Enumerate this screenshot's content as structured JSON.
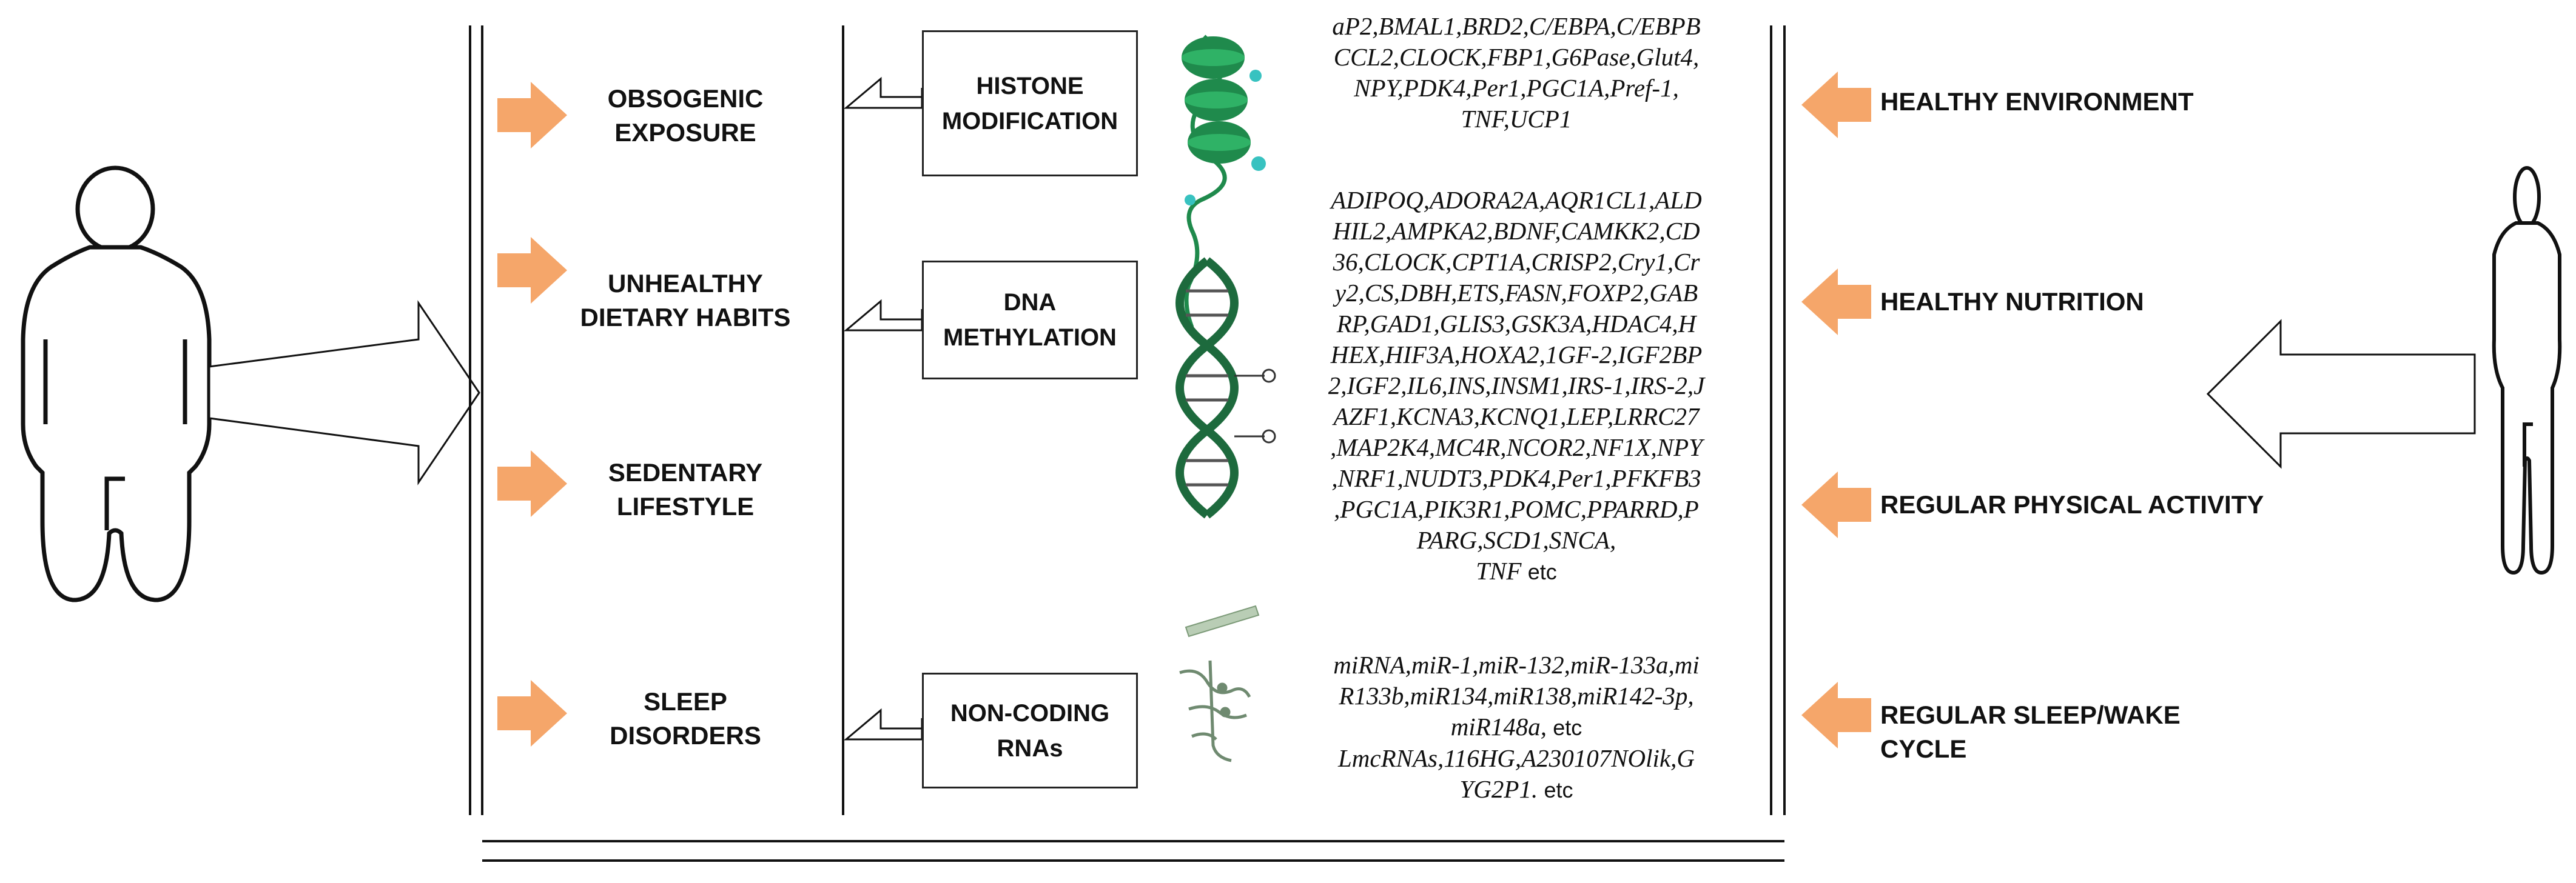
{
  "factors": [
    {
      "key": "obsogenic",
      "lines": [
        "OBSOGENIC",
        "EXPOSURE"
      ]
    },
    {
      "key": "diet",
      "lines": [
        "UNHEALTHY",
        "DIETARY HABITS"
      ]
    },
    {
      "key": "sedentary",
      "lines": [
        "SEDENTARY",
        "LIFESTYLE"
      ]
    },
    {
      "key": "sleep",
      "lines": [
        "SLEEP",
        "DISORDERS"
      ]
    }
  ],
  "mechanisms": [
    {
      "key": "histone",
      "lines": [
        "HISTONE",
        "MODIFICATION"
      ]
    },
    {
      "key": "dna",
      "lines": [
        "DNA",
        "METHYLATION"
      ]
    },
    {
      "key": "ncrna",
      "lines": [
        "NON-CODING",
        "RNAs"
      ]
    }
  ],
  "gene_lists": {
    "histone": [
      "aP2,BMAL1,BRD2,C/EBPA,C/EBPB",
      "CCL2,CLOCK,FBP1,G6Pase,Glut4,",
      "NPY,PDK4,Per1,PGC1A,Pref-1,",
      "TNF,UCP1"
    ],
    "dna": [
      "ADIPOQ,ADORA2A,AQR1CL1,ALD",
      "HIL2,AMPKA2,BDNF,CAMKK2,CD",
      "36,CLOCK,CPT1A,CRISP2,Cry1,Cr",
      "y2,CS,DBH,ETS,FASN,FOXP2,GAB",
      "RP,GAD1,GLIS3,GSK3A,HDAC4,H",
      "HEX,HIF3A,HOXA2,1GF-2,IGF2BP",
      "2,IGF2,IL6,INS,INSM1,IRS-1,IRS-2,J",
      "AZF1,KCNA3,KCNQ1,LEP,LRRC27",
      ",MAP2K4,MC4R,NCOR2,NF1X,NPY",
      ",NRF1,NUDT3,PDK4,Per1,PFKFB3",
      ",PGC1A,PIK3R1,POMC,PPARRD,P",
      "PARG,SCD1,SNCA,"
    ],
    "dna_last": "TNF",
    "ncrna_mirna": [
      "miRNA,miR-1,miR-132,miR-133a,mi",
      "R133b,miR134,miR138,miR142-3p,"
    ],
    "ncrna_mirna_last": "miR148a,",
    "ncrna_lnc": [
      "LmcRNAs,116HG,A230107NOlik,G"
    ],
    "ncrna_lnc_last": "YG2P1.",
    "etc": "etc"
  },
  "remedies": [
    {
      "key": "environment",
      "label": "HEALTHY ENVIRONMENT"
    },
    {
      "key": "nutrition",
      "label": "HEALTHY NUTRITION"
    },
    {
      "key": "activity",
      "label": "REGULAR PHYSICAL ACTIVITY"
    },
    {
      "key": "sleep",
      "label": "REGULAR SLEEP/WAKE CYCLE"
    }
  ],
  "icons": {
    "obese_person": "obese-person-icon",
    "lean_person": "lean-person-icon",
    "nucleosome": "nucleosome-icon",
    "dna_helix": "dna-helix-icon",
    "rna_strand": "rna-strand-icon",
    "arrow": "orange-arrow-icon"
  },
  "colors": {
    "arrow": "#f5a66a",
    "protein": "#1f8a4c",
    "line": "#111111"
  }
}
